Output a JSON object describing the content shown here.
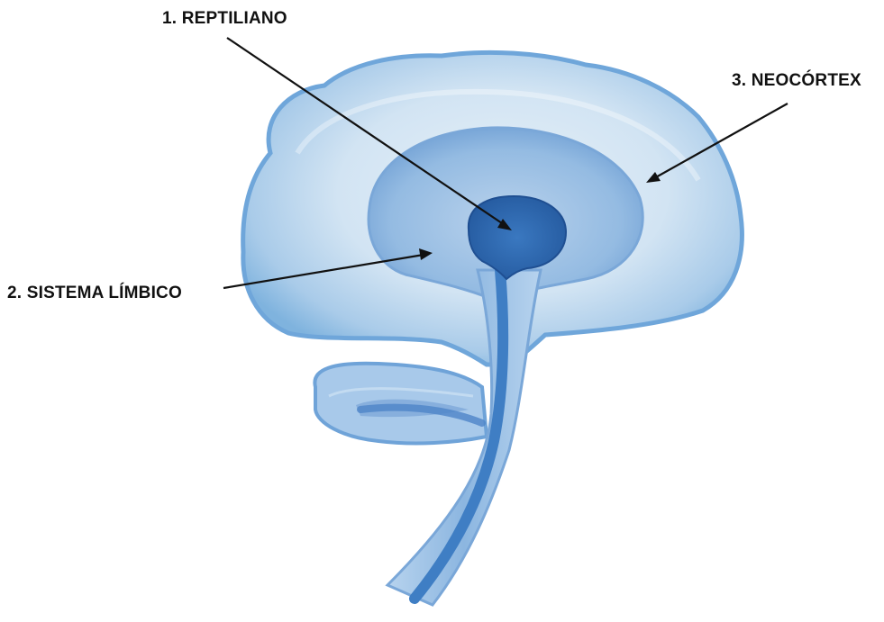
{
  "labels": {
    "reptiliano": "1. REPTILIANO",
    "limbico": "2. SISTEMA LÍMBICO",
    "neocortex": "3. NEOCÓRTEX"
  },
  "colors": {
    "background": "#ffffff",
    "neocortex_fill": "#bcd7ec",
    "neocortex_outline": "#7fb3de",
    "limbic_fill": "#8db6e0",
    "reptilian_fill": "#2f6fb8",
    "arrow": "#111111",
    "text": "#111111"
  }
}
